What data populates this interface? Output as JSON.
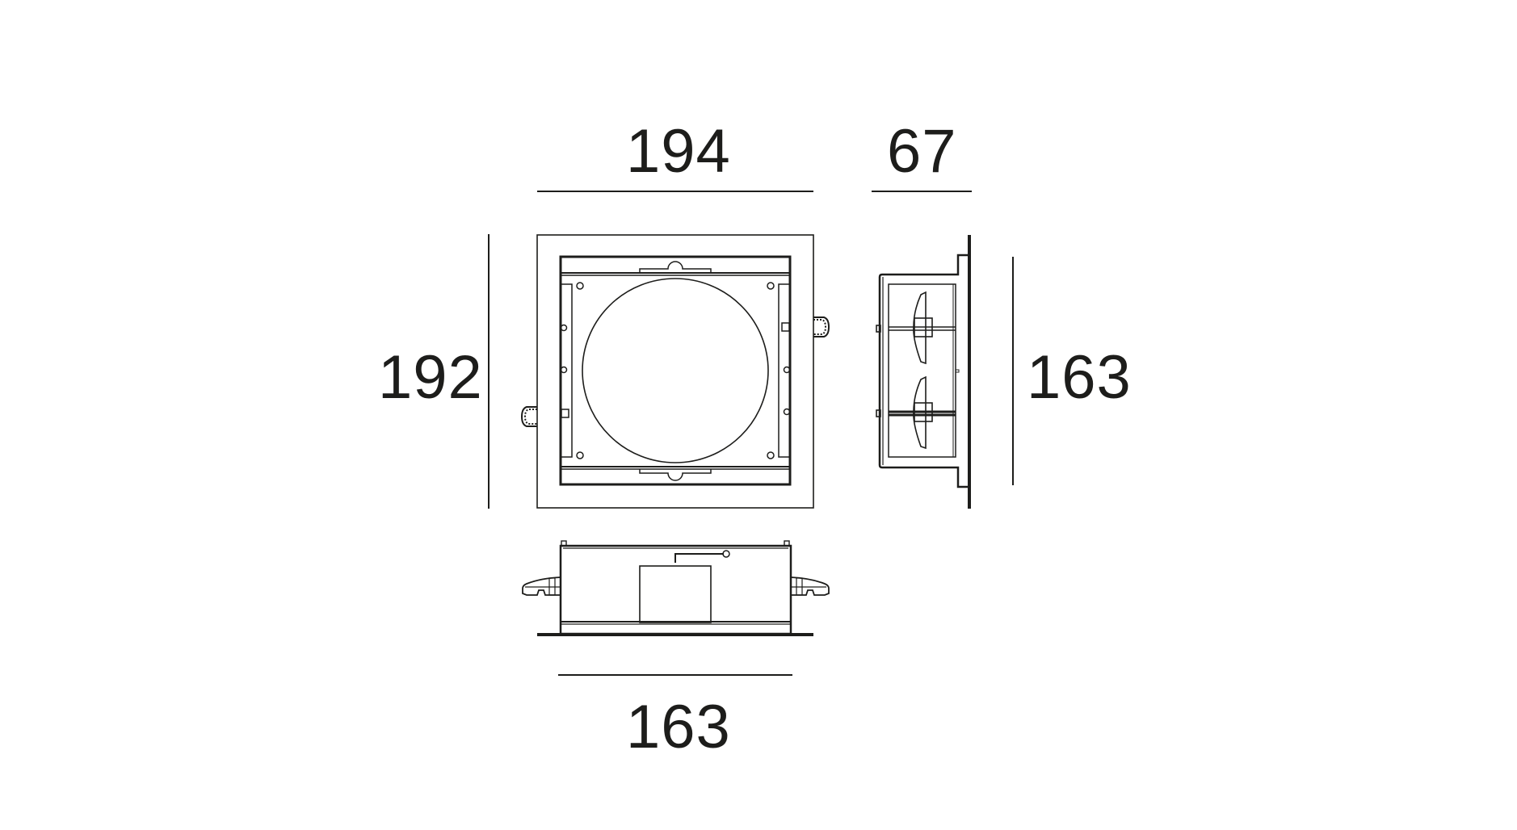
{
  "drawing": {
    "type": "technical dimension drawing",
    "units": "mm",
    "line_color": "#1d1d1b",
    "views": [
      {
        "name": "front-view",
        "label": "Front (face) view"
      },
      {
        "name": "side-view",
        "label": "Side profile view"
      },
      {
        "name": "bottom-view",
        "label": "Bottom/elevation view"
      }
    ]
  },
  "dimensions": {
    "front_width": "194",
    "side_depth": "67",
    "front_height": "192",
    "cutout_height": "163",
    "cutout_width": "163"
  }
}
